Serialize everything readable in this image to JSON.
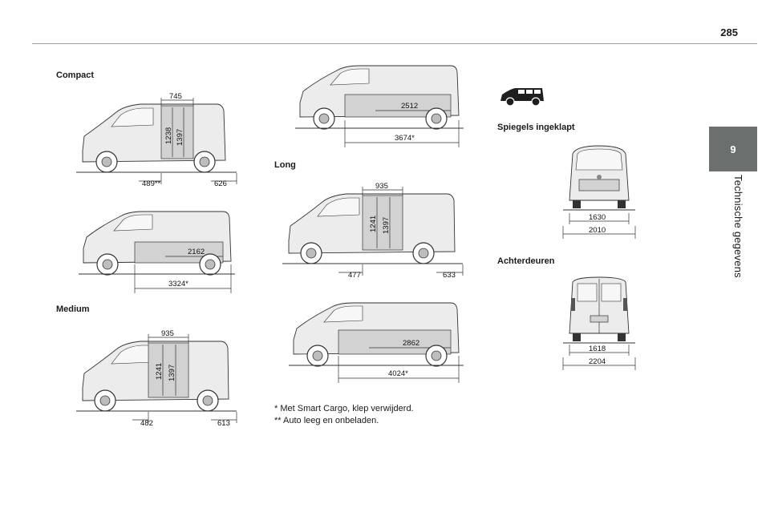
{
  "page": {
    "number": "285"
  },
  "sidebar": {
    "chapter": "9",
    "title": "Technische gegevens"
  },
  "sections": {
    "compact": "Compact",
    "medium": "Medium",
    "long": "Long",
    "mirrors": "Spiegels ingeklapt",
    "rear_doors": "Achterdeuren"
  },
  "dims": {
    "compact_side": {
      "width": "745",
      "height_inner": "1238",
      "height_door": "1397",
      "rear_left": "489**",
      "rear_right": "626"
    },
    "compact_plan": {
      "cargo": "2162",
      "total": "3324*"
    },
    "medium_side": {
      "width": "935",
      "height_inner": "1241",
      "height_door": "1397",
      "rear_left": "482",
      "rear_right": "613"
    },
    "medium_plan": {
      "cargo": "2512",
      "total": "3674*"
    },
    "long_side": {
      "width": "935",
      "height_inner": "1241",
      "height_door": "1397",
      "rear_left": "477",
      "rear_right": "633"
    },
    "long_plan": {
      "cargo": "2862",
      "total": "4024*"
    },
    "front": {
      "inner": "1630",
      "outer": "2010"
    },
    "rear": {
      "inner": "1618",
      "outer": "2204"
    }
  },
  "notes": {
    "note1": "* Met Smart Cargo, klep verwijderd.",
    "note2": "** Auto leeg en onbeladen."
  }
}
